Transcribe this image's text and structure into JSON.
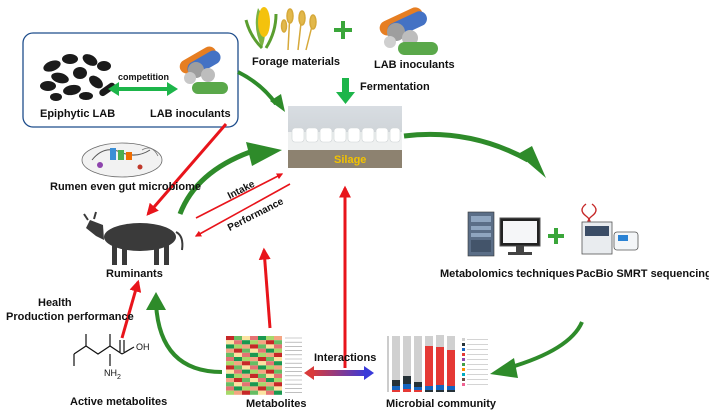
{
  "labels": {
    "competition": "competition",
    "epiphytic_lab": "Epiphytic LAB",
    "lab_inoculants_box": "LAB inoculants",
    "forage_materials": "Forage materials",
    "lab_inoculants_top": "LAB inoculants",
    "fermentation": "Fermentation",
    "silage": "Silage",
    "rumen": "Rumen  even gut microbiome",
    "intake": "Intake",
    "performance": "Performance",
    "ruminants": "Ruminants",
    "metabolomics": "Metabolomics techniques",
    "pacbio": "PacBio SMRT sequencing",
    "health": "Health",
    "production_performance": "Production performance",
    "oh": "OH",
    "nh2": "NH",
    "nh2_sub": "2",
    "active_metabolites": "Active metabolites",
    "metabolites": "Metabolites",
    "interactions": "Interactions",
    "microbial_community": "Microbial community"
  },
  "colors": {
    "arrow_red": "#e8141b",
    "arrow_green": "#2e8b2a",
    "plus_green": "#3aa63a",
    "silage_label": "#f2c200",
    "box_border": "#1f4e8c"
  },
  "icons": [
    "bacteria-icon",
    "lab-inoculant-icon",
    "corn-icon",
    "wheat-icon",
    "silage-photo",
    "gut-microbiome-icon",
    "cow-icon",
    "ms-instrument-icon",
    "monitor-icon",
    "dna-icon",
    "sequencer-icon",
    "leucine-structure",
    "heatmap-thumbnail",
    "stacked-bar-thumbnail"
  ]
}
